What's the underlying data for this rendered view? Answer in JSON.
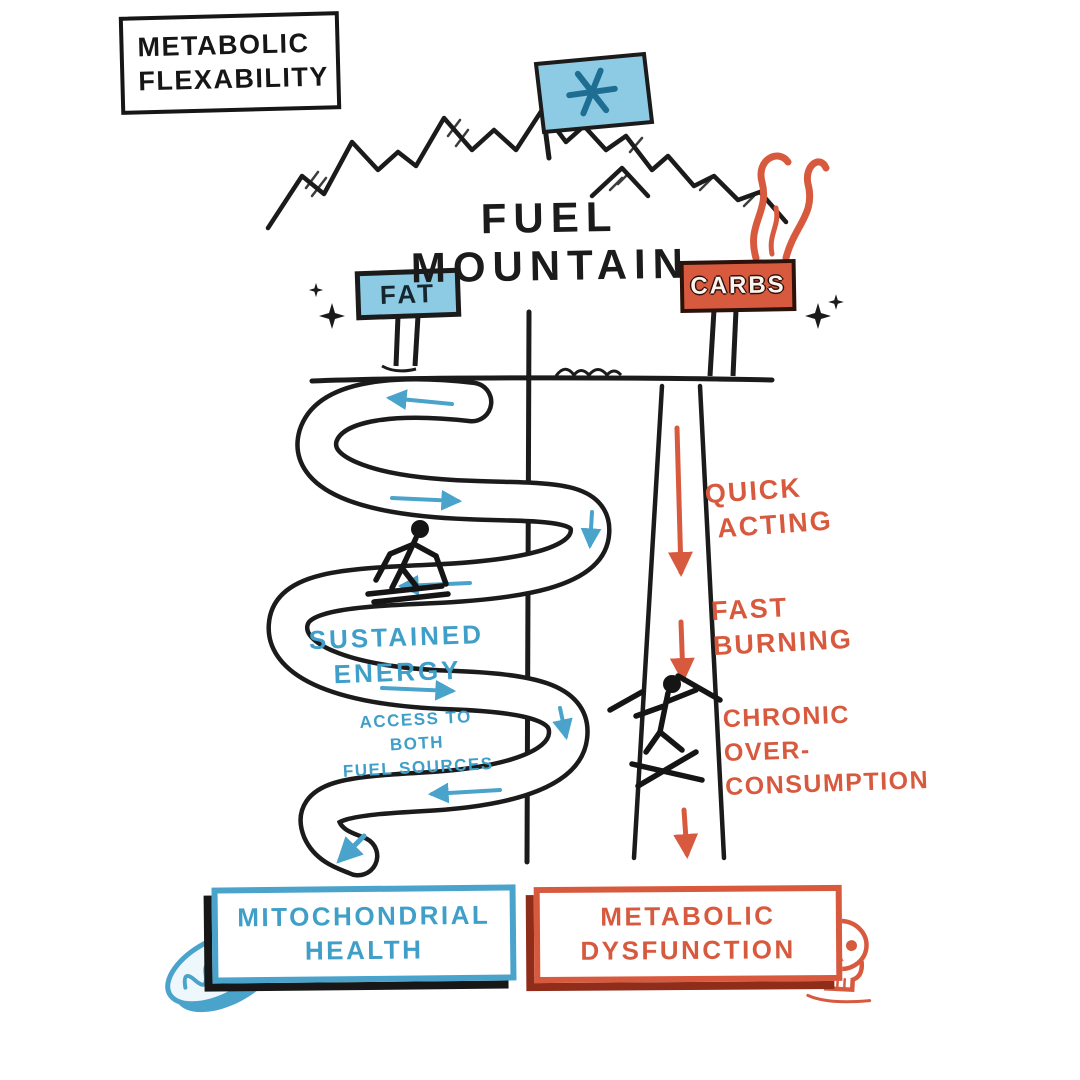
{
  "palette": {
    "ink": "#1b1b1b",
    "blue": "#4aa3cb",
    "blue_text": "#3f9fc8",
    "sign_blue": "#8ccbe3",
    "snowflake_blue": "#1d6e92",
    "red": "#d85a3e",
    "shadow_red": "#8f2c1a",
    "shadow_black": "#171717"
  },
  "title_box": {
    "line1": "METABOLIC",
    "line2": "FLEXABILITY"
  },
  "mountain": {
    "label": "FUEL MOUNTAIN"
  },
  "signs": {
    "fat": "FAT",
    "carbs": "CARBS"
  },
  "fat_path": {
    "sustained_line1": "SUSTAINED",
    "sustained_line2": "ENERGY",
    "access_line1": "ACCESS TO BOTH",
    "access_line2": "FUEL SOURCES",
    "outcome_line1": "MITOCHONDRIAL",
    "outcome_line2": "HEALTH"
  },
  "carb_path": {
    "quick_line1": "QUICK",
    "quick_line2": "ACTING",
    "fast_line1": "FAST",
    "fast_line2": "BURNING",
    "chronic_line1": "CHRONIC",
    "chronic_line2": "OVER-",
    "chronic_line3": "CONSUMPTION",
    "outcome_line1": "METABOLIC",
    "outcome_line2": "DYSFUNCTION"
  }
}
